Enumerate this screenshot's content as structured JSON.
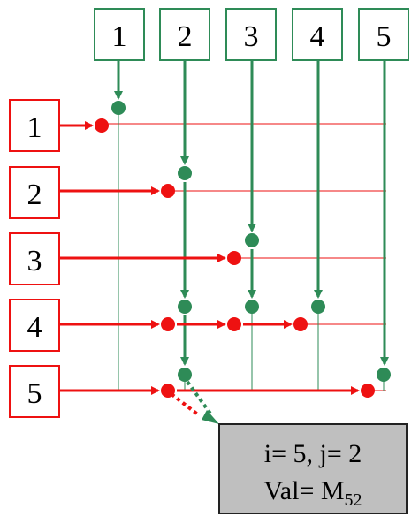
{
  "colors": {
    "column": "#2e8b57",
    "row": "#ee1111",
    "info_fill": "#bfbfbf",
    "info_stroke": "#222222"
  },
  "column_headers": [
    {
      "label": "1"
    },
    {
      "label": "2"
    },
    {
      "label": "3"
    },
    {
      "label": "4"
    },
    {
      "label": "5"
    }
  ],
  "row_headers": [
    {
      "label": "1"
    },
    {
      "label": "2"
    },
    {
      "label": "3"
    },
    {
      "label": "4"
    },
    {
      "label": "5"
    }
  ],
  "nonzero_entries": [
    {
      "row": 1,
      "col": 1
    },
    {
      "row": 2,
      "col": 2
    },
    {
      "row": 3,
      "col": 3
    },
    {
      "row": 4,
      "col": 2
    },
    {
      "row": 4,
      "col": 3
    },
    {
      "row": 4,
      "col": 4
    },
    {
      "row": 5,
      "col": 2
    },
    {
      "row": 5,
      "col": 5
    }
  ],
  "info_box": {
    "line1": "i= 5, j= 2",
    "val_prefix": "Val= M",
    "val_subscript": "52"
  }
}
